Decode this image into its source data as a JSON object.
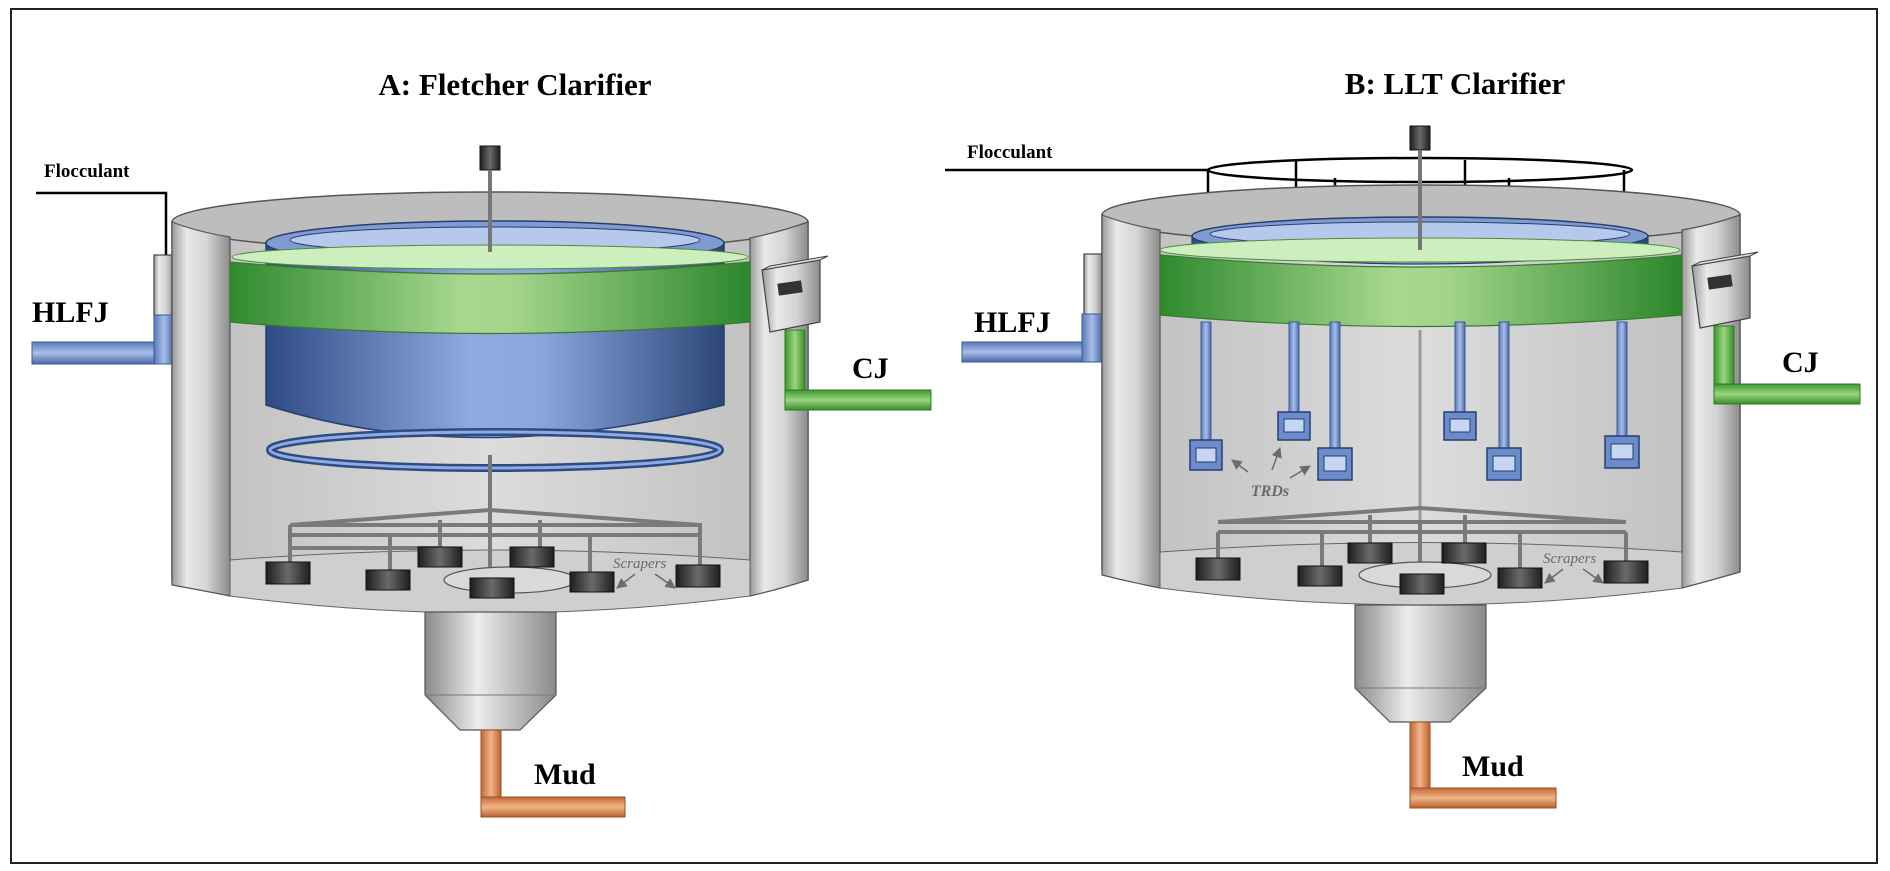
{
  "panels": [
    {
      "title": "A: Fletcher Clarifier",
      "labels": {
        "flocculant": "Flocculant",
        "inlet": "HLFJ",
        "outlet": "CJ",
        "mud": "Mud",
        "scrapers": "Scrapers"
      }
    },
    {
      "title": "B: LLT Clarifier",
      "labels": {
        "flocculant": "Flocculant",
        "inlet": "HLFJ",
        "outlet": "CJ",
        "mud": "Mud",
        "scrapers": "Scrapers",
        "trds": "TRDs"
      }
    }
  ],
  "colors": {
    "tank_gray": "#c9c9c9",
    "feed_blue": "#8aa4d6",
    "clear_juice_green": "#5aaa46",
    "mud_orange": "#d88a55",
    "dark_block": "#3a3a3a"
  }
}
